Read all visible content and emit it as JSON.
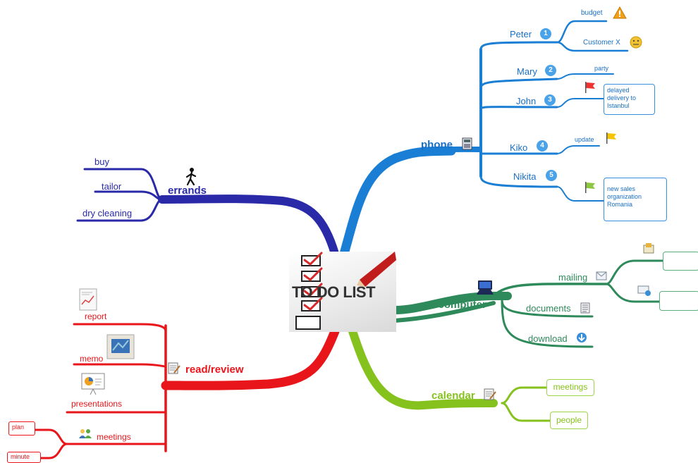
{
  "center": {
    "title": "TO DO LIST"
  },
  "phone": {
    "label": "phone",
    "contacts": [
      {
        "name": "Peter",
        "number": "1"
      },
      {
        "name": "Mary",
        "number": "2"
      },
      {
        "name": "John",
        "number": "3"
      },
      {
        "name": "Kiko",
        "number": "4"
      },
      {
        "name": "Nikita",
        "number": "5"
      }
    ],
    "notes": {
      "budget": "budget",
      "customer": "Customer X",
      "party": "party",
      "delayed": "delayed delivery to Istanbul",
      "update": "update",
      "new_sales": "new sales organization Romania"
    }
  },
  "errands": {
    "label": "errands",
    "items": [
      "buy",
      "tailor",
      "dry cleaning"
    ]
  },
  "at_computer": {
    "label": "at computer",
    "items": [
      "mailing",
      "documents",
      "download"
    ]
  },
  "calendar": {
    "label": "calendar",
    "items": [
      "meetings",
      "people"
    ]
  },
  "read_review": {
    "label": "read/review",
    "items": [
      "report",
      "memo",
      "presentations",
      "meetings"
    ],
    "meeting_items": [
      "plan",
      "minute"
    ]
  },
  "colors": {
    "phone": "#1a7fd4",
    "errands": "#2a2aa8",
    "at_computer": "#2e8a5a",
    "calendar": "#86c21d",
    "read_review": "#e8161b"
  }
}
